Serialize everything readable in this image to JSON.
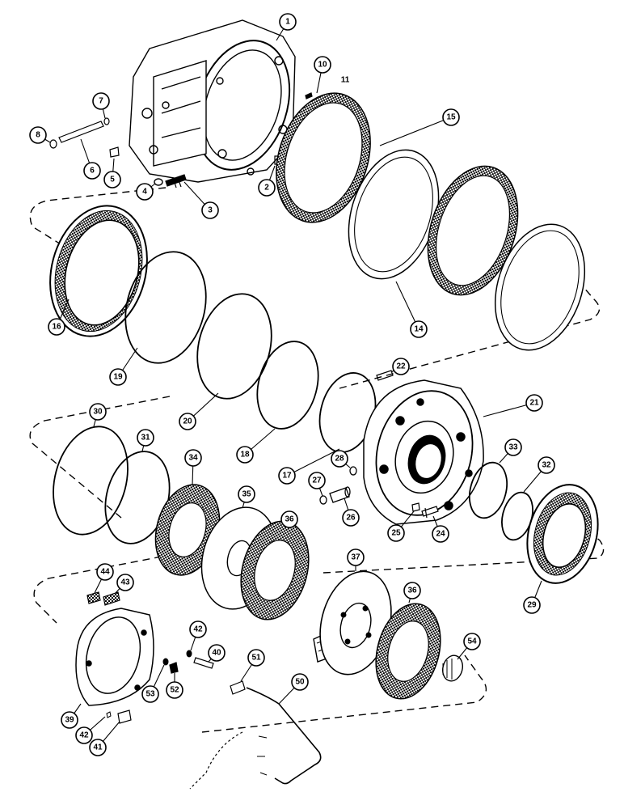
{
  "diagram": {
    "callouts": [
      {
        "key": "p1",
        "label": "1"
      },
      {
        "key": "p2",
        "label": "2"
      },
      {
        "key": "p3",
        "label": "3"
      },
      {
        "key": "p4",
        "label": "4"
      },
      {
        "key": "p5",
        "label": "5"
      },
      {
        "key": "p6",
        "label": "6"
      },
      {
        "key": "p7",
        "label": "7"
      },
      {
        "key": "p8",
        "label": "8"
      },
      {
        "key": "p10",
        "label": "10"
      },
      {
        "key": "p14",
        "label": "14"
      },
      {
        "key": "p15",
        "label": "15"
      },
      {
        "key": "p16",
        "label": "16"
      },
      {
        "key": "p17",
        "label": "17"
      },
      {
        "key": "p18",
        "label": "18"
      },
      {
        "key": "p19",
        "label": "19"
      },
      {
        "key": "p20",
        "label": "20"
      },
      {
        "key": "p21",
        "label": "21"
      },
      {
        "key": "p22",
        "label": "22"
      },
      {
        "key": "p24",
        "label": "24"
      },
      {
        "key": "p25",
        "label": "25"
      },
      {
        "key": "p26",
        "label": "26"
      },
      {
        "key": "p27",
        "label": "27"
      },
      {
        "key": "p28",
        "label": "28"
      },
      {
        "key": "p29",
        "label": "29"
      },
      {
        "key": "p30",
        "label": "30"
      },
      {
        "key": "p31",
        "label": "31"
      },
      {
        "key": "p32",
        "label": "32"
      },
      {
        "key": "p33",
        "label": "33"
      },
      {
        "key": "p34",
        "label": "34"
      },
      {
        "key": "p35",
        "label": "35"
      },
      {
        "key": "p36a",
        "label": "36"
      },
      {
        "key": "p36b",
        "label": "36"
      },
      {
        "key": "p37",
        "label": "37"
      },
      {
        "key": "p39",
        "label": "39"
      },
      {
        "key": "p40",
        "label": "40"
      },
      {
        "key": "p41",
        "label": "41"
      },
      {
        "key": "p42a",
        "label": "42"
      },
      {
        "key": "p42b",
        "label": "42"
      },
      {
        "key": "p43",
        "label": "43"
      },
      {
        "key": "p44",
        "label": "44"
      },
      {
        "key": "p50",
        "label": "50"
      },
      {
        "key": "p51",
        "label": "51"
      },
      {
        "key": "p52",
        "label": "52"
      },
      {
        "key": "p53",
        "label": "53"
      },
      {
        "key": "p54",
        "label": "54"
      }
    ],
    "plain_labels": [
      {
        "key": "p11",
        "label": "11"
      }
    ]
  }
}
